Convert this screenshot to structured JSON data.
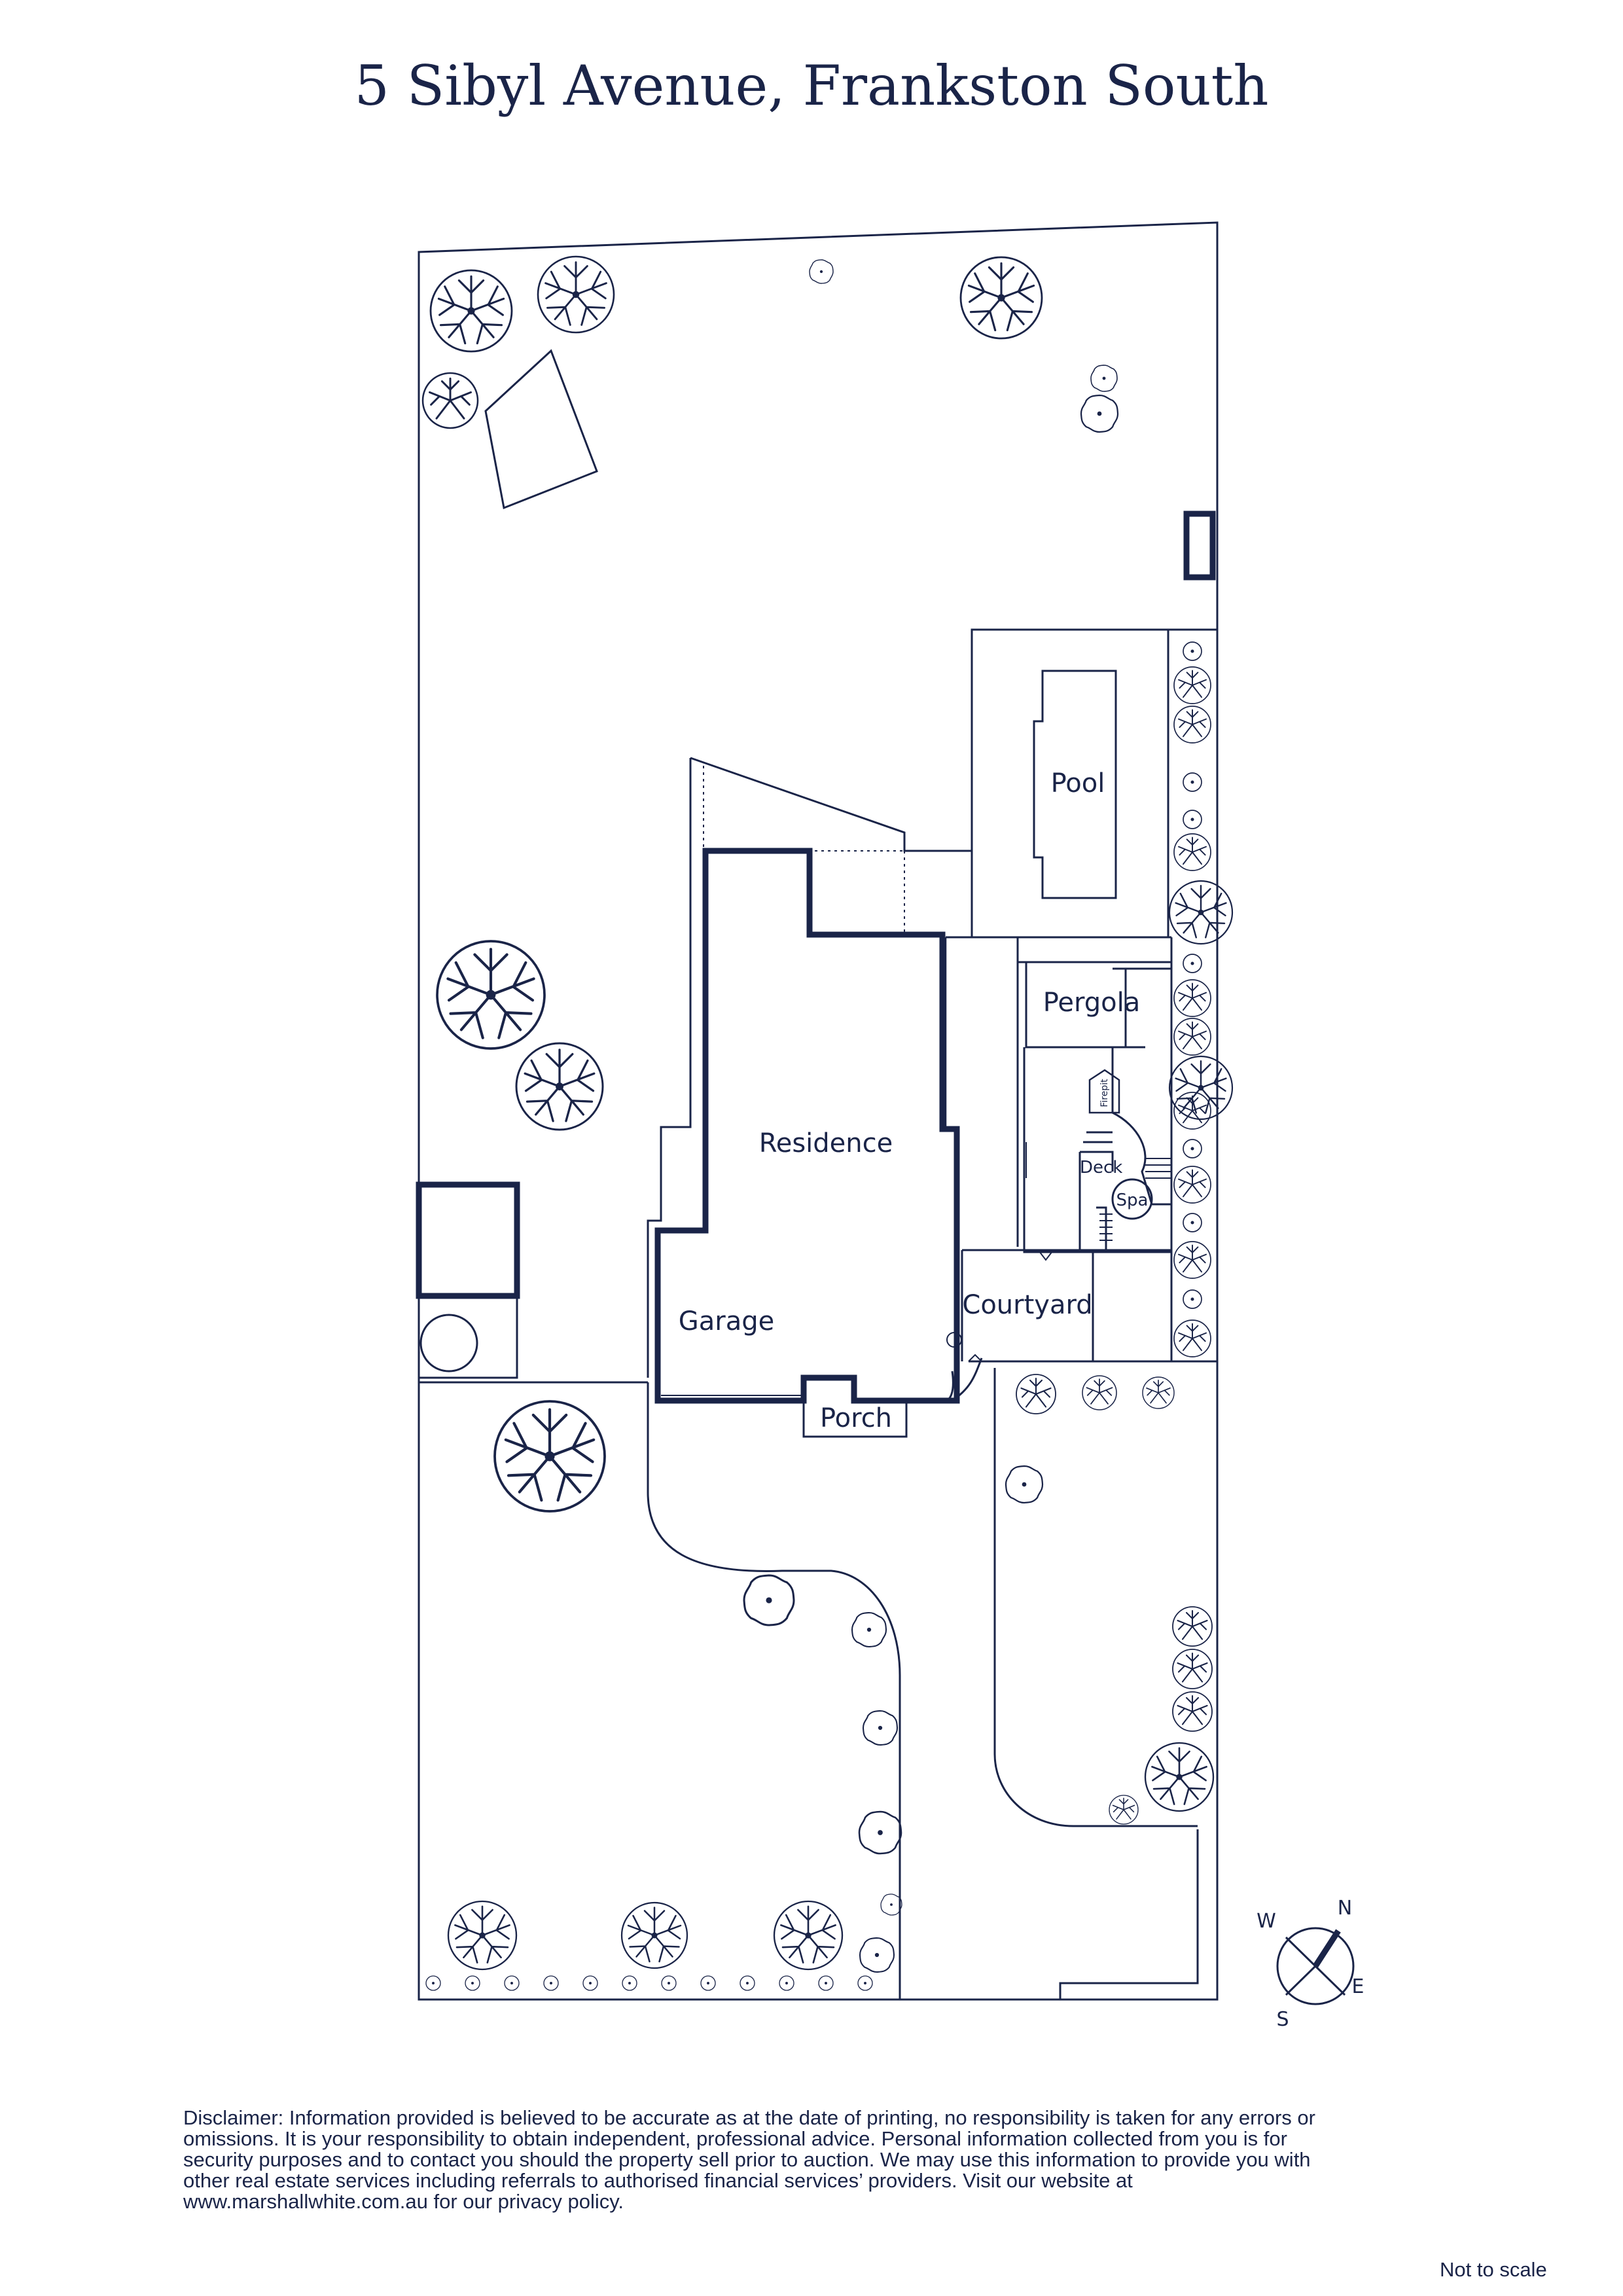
{
  "title": "5 Sibyl Avenue, Frankston South",
  "labels": {
    "pool": "Pool",
    "pergola": "Pergola",
    "residence": "Residence",
    "deck": "Deck",
    "spa": "Spa",
    "firepit": "Firepit",
    "garage": "Garage",
    "courtyard": "Courtyard",
    "porch": "Porch"
  },
  "compass": {
    "n": "N",
    "e": "E",
    "s": "S",
    "w": "W"
  },
  "disclaimer": "Disclaimer: Information provided is believed to be accurate as at the date of printing, no responsibility is taken for any errors or omissions. It is your responsibility to obtain independent, professional advice. Personal information collected from you is for security purposes and to contact you should the property sell prior to auction. We may use this information to provide you with other real estate services including referrals to authorised financial services’ providers. Visit our website at www.marshallwhite.com.au for our privacy policy.",
  "scale_note": "Not to scale",
  "colors": {
    "line": "#1a2448",
    "background": "#ffffff"
  }
}
